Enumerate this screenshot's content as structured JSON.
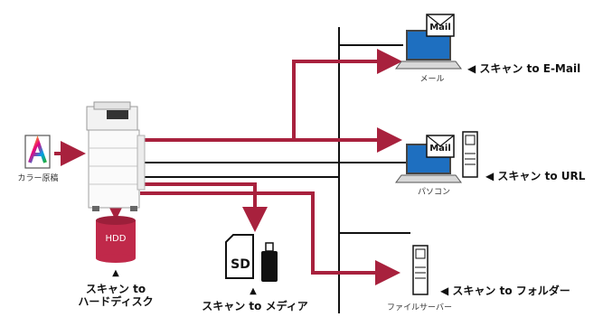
{
  "colors": {
    "arrow": "#a8213d",
    "line": "#111111",
    "hdd": "#c0294a",
    "screen": "#1e6fc0"
  },
  "labels": {
    "color_original": "カラー原稿",
    "hdd_disk": "HDD",
    "sd_card": "SD",
    "mail_email": "Mail",
    "mail_pc": "Mail",
    "device_email": "メール",
    "device_pc": "パソコン",
    "device_server": "ファイルサーバー",
    "scan_email": "◀ スキャン to E-Mail",
    "scan_url": "◀ スキャン to URL",
    "scan_folder": "◀ スキャン to フォルダー",
    "scan_hdd_line1": "スキャン to",
    "scan_hdd_line2": "ハードディスク",
    "scan_media": "スキャン to メディア",
    "up_marker_hdd": "▲",
    "up_marker_media": "▲"
  },
  "icons": {
    "original": "color-document-icon",
    "mfp": "multifunction-printer-icon",
    "hdd": "hard-disk-icon",
    "sd": "sd-card-icon",
    "usb": "usb-memory-icon",
    "email_pc": "laptop-with-mail-icon",
    "url_pc": "laptop-with-mail-icon",
    "server": "file-server-icon"
  }
}
